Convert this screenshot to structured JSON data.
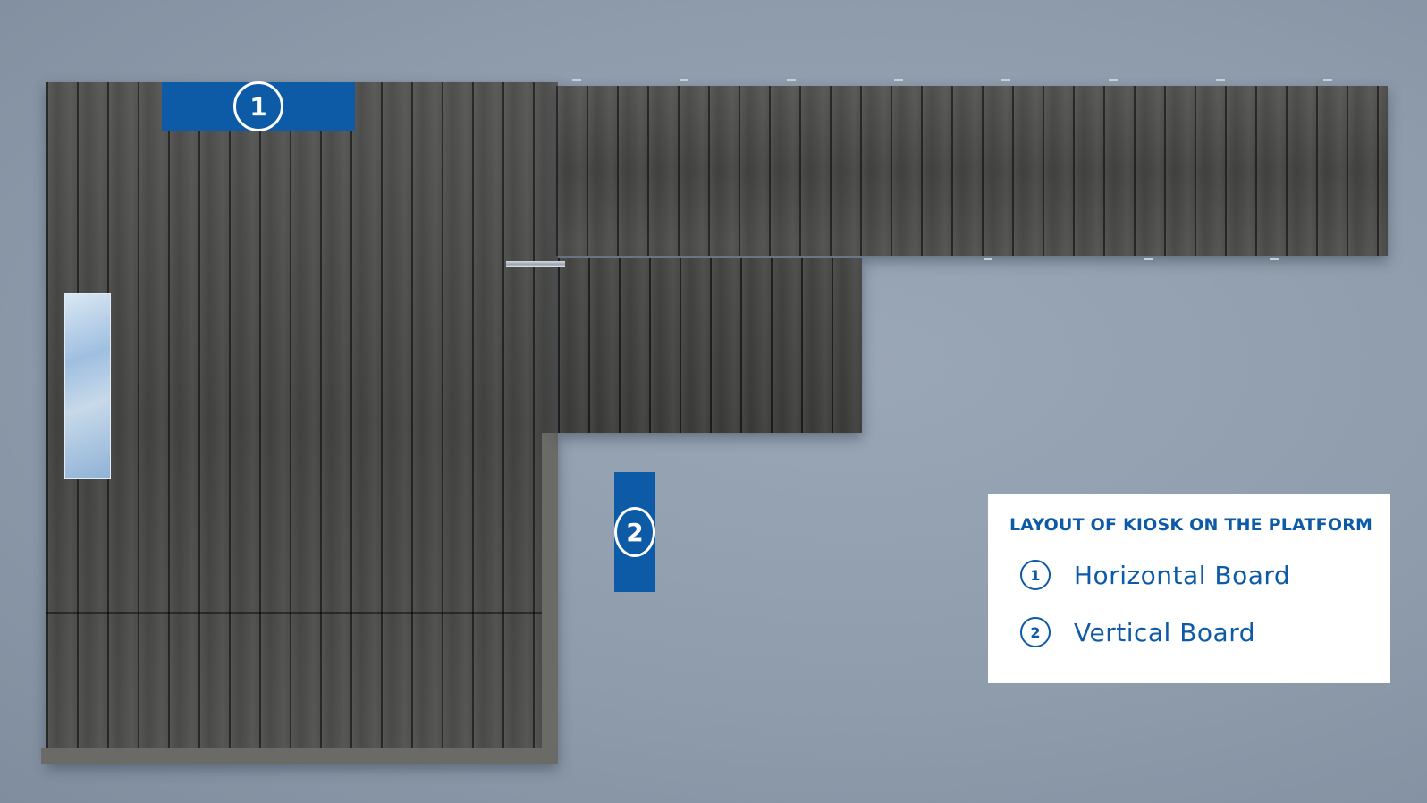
{
  "markers": [
    {
      "number": "1"
    },
    {
      "number": "2"
    }
  ],
  "legend": {
    "title": "LAYOUT OF KIOSK ON THE PLATFORM",
    "items": [
      {
        "number": "1",
        "label": "Horizontal Board"
      },
      {
        "number": "2",
        "label": "Vertical Board"
      }
    ]
  },
  "colors": {
    "accent": "#0d5aa7",
    "ground": "#8e9cac",
    "deck": "#4a4a48",
    "legend_bg": "#ffffff"
  }
}
